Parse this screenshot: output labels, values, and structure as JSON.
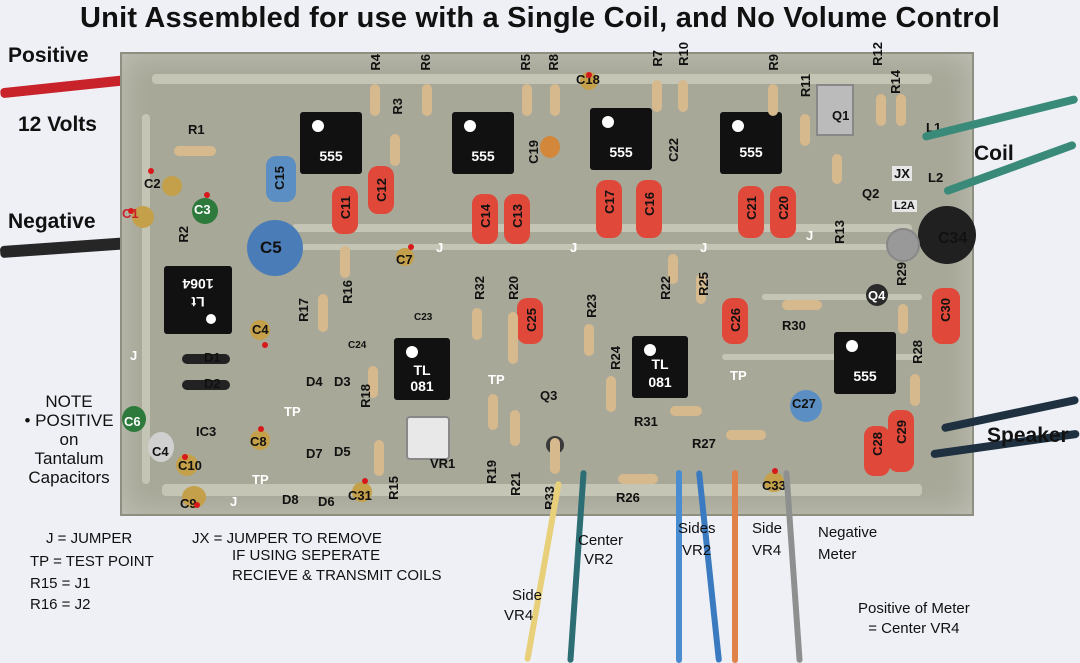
{
  "title": "Unit Assembled for use with a Single Coil, and No Volume Control",
  "power_labels": {
    "positive": "Positive",
    "volts": "12 Volts",
    "negative": "Negative"
  },
  "right_labels": {
    "coil": "Coil",
    "speaker": "Speaker"
  },
  "note": {
    "line1": "NOTE",
    "line2": "• POSITIVE",
    "line3": "on",
    "line4": "Tantalum",
    "line5": "Capacitors"
  },
  "legend": {
    "jumper": "J = JUMPER",
    "test_point": "TP = TEST POINT",
    "r15": "R15 = J1",
    "r16": "R16 = J2",
    "jx_line1": "JX = JUMPER TO REMOVE",
    "jx_line2": "IF USING SEPERATE",
    "jx_line3": "RECIEVE & TRANSMIT COILS"
  },
  "wire_labels": {
    "center_vr2_1": "Center",
    "center_vr2_2": "VR2",
    "sides_vr2_1": "Sides",
    "sides_vr2_2": "VR2",
    "side_vr4_1": "Side",
    "side_vr4_2": "VR4",
    "negative_meter_1": "Negative",
    "negative_meter_2": "Meter",
    "side_vr4_bottom_1": "Side",
    "side_vr4_bottom_2": "VR4",
    "positive_meter_1": "Positive of Meter",
    "positive_meter_2": "= Center VR4"
  },
  "chips": {
    "c555": "555",
    "tl": "TL",
    "tl_num": "081",
    "lt": "Lt",
    "lt_num": "1064"
  },
  "parts": {
    "R1": "R1",
    "R2": "R2",
    "R3": "R3",
    "R4": "R4",
    "R6": "R6",
    "R8": "R8",
    "R5": "R5",
    "R7": "R7",
    "R10": "R10",
    "R9": "R9",
    "R11": "R11",
    "R12": "R12",
    "R14": "R14",
    "R13": "R13",
    "R16": "R16",
    "R17": "R17",
    "R18": "R18",
    "R19": "R19",
    "R20": "R20",
    "R21": "R21",
    "R22": "R22",
    "R23": "R23",
    "R24": "R24",
    "R25": "R25",
    "R26": "R26",
    "R27": "R27",
    "R28": "R28",
    "R29": "R29",
    "R30": "R30",
    "R31": "R31",
    "R32": "R32",
    "R33": "R33",
    "R15": "R15",
    "C1": "C1",
    "C2": "C2",
    "C3": "C3",
    "C4": "C4",
    "C5": "C5",
    "C6": "C6",
    "C7": "C7",
    "C8": "C8",
    "C9": "C9",
    "C10": "C10",
    "C11": "C11",
    "C12": "C12",
    "C13": "C13",
    "C14": "C14",
    "C15": "C15",
    "C16": "C16",
    "C17": "C17",
    "C18": "C18",
    "C19": "C19",
    "C20": "C20",
    "C21": "C21",
    "C22": "C22",
    "C23": "C23",
    "C24": "C24",
    "C25": "C25",
    "C26": "C26",
    "C27": "C27",
    "C28": "C28",
    "C29": "C29",
    "C30": "C30",
    "C31": "C31",
    "C33": "C33",
    "C34": "C34",
    "D1": "D1",
    "D2": "D2",
    "D3": "D3",
    "D4": "D4",
    "D5": "D5",
    "D6": "D6",
    "D7": "D7",
    "D8": "D8",
    "Q1": "Q1",
    "Q2": "Q2",
    "Q3": "Q3",
    "Q4": "Q4",
    "IC3": "IC3",
    "VR1": "VR1",
    "L1": "L1",
    "L2": "L2",
    "L2A": "L2A",
    "JX": "JX",
    "TP": "TP",
    "J": "J"
  }
}
